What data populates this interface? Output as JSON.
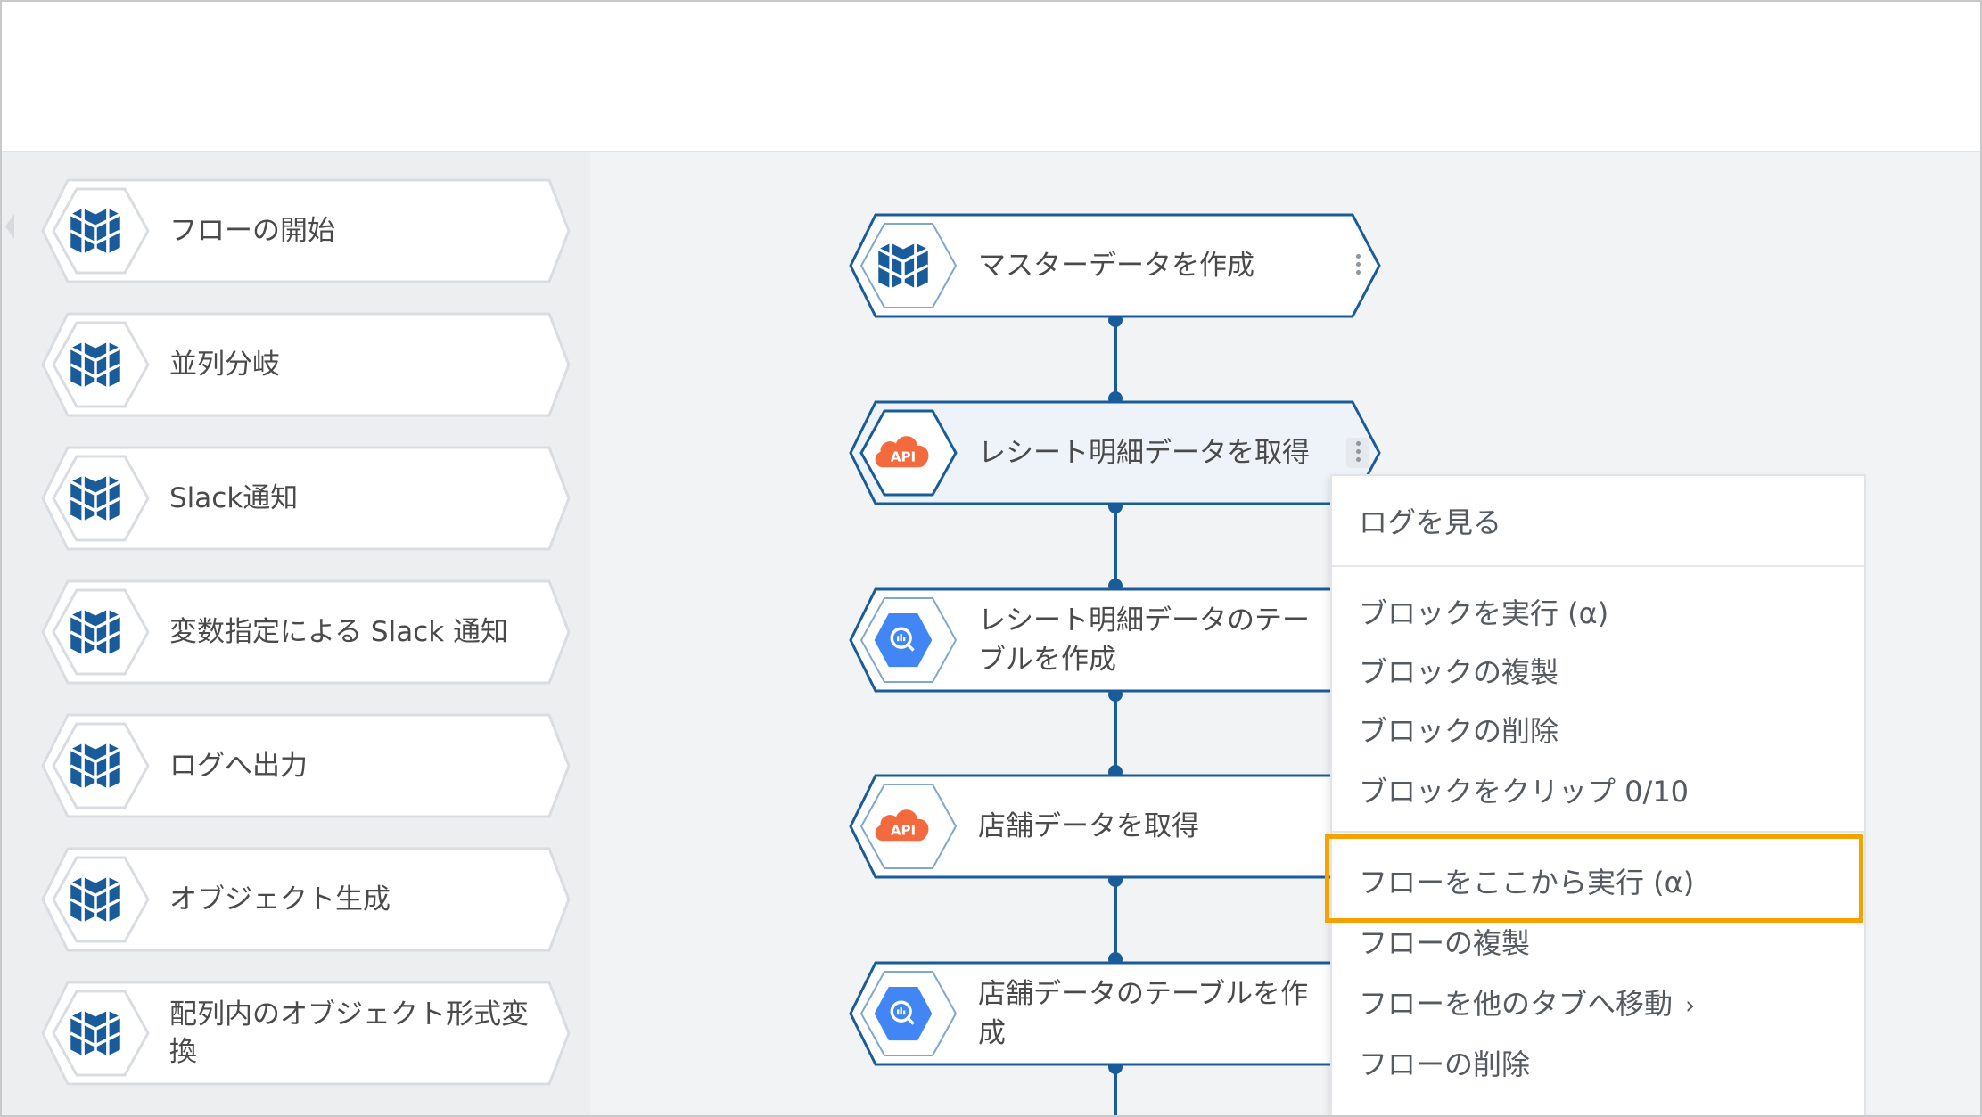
{
  "palette": {
    "items": [
      {
        "label": "フローの開始",
        "icon": "cube-icon"
      },
      {
        "label": "並列分岐",
        "icon": "cube-icon"
      },
      {
        "label": "Slack通知",
        "icon": "cube-icon"
      },
      {
        "label": "変数指定による Slack 通知",
        "icon": "cube-icon"
      },
      {
        "label": "ログへ出力",
        "icon": "cube-icon"
      },
      {
        "label": "オブジェクト生成",
        "icon": "cube-icon"
      },
      {
        "label": "配列内のオブジェクト形式変換",
        "icon": "cube-icon"
      }
    ]
  },
  "flow": {
    "blocks": [
      {
        "label": "マスターデータを作成",
        "icon": "cube-icon"
      },
      {
        "label": "レシート明細データを取得",
        "icon": "api-cloud-icon",
        "selected": true
      },
      {
        "label": "レシート明細データのテーブルを作成",
        "icon": "bigquery-icon"
      },
      {
        "label": "店舗データを取得",
        "icon": "api-cloud-icon"
      },
      {
        "label": "店舗データのテーブルを作成",
        "icon": "bigquery-icon"
      }
    ]
  },
  "context_menu": {
    "view_log": "ログを見る",
    "run_block": "ブロックを実行 (α)",
    "duplicate_block": "ブロックの複製",
    "delete_block": "ブロックの削除",
    "clip_block": "ブロックをクリップ 0/10",
    "run_flow_from_here": "フローをここから実行 (α)",
    "duplicate_flow": "フローの複製",
    "move_flow_to_tab": "フローを他のタブへ移動",
    "delete_flow": "フローの削除"
  },
  "icons": {
    "api_badge_text": "API"
  },
  "colors": {
    "accent_blue": "#1a5c99",
    "api_orange": "#f26a3d",
    "bigquery_blue": "#4285f4",
    "highlight_orange": "#f5a200"
  }
}
